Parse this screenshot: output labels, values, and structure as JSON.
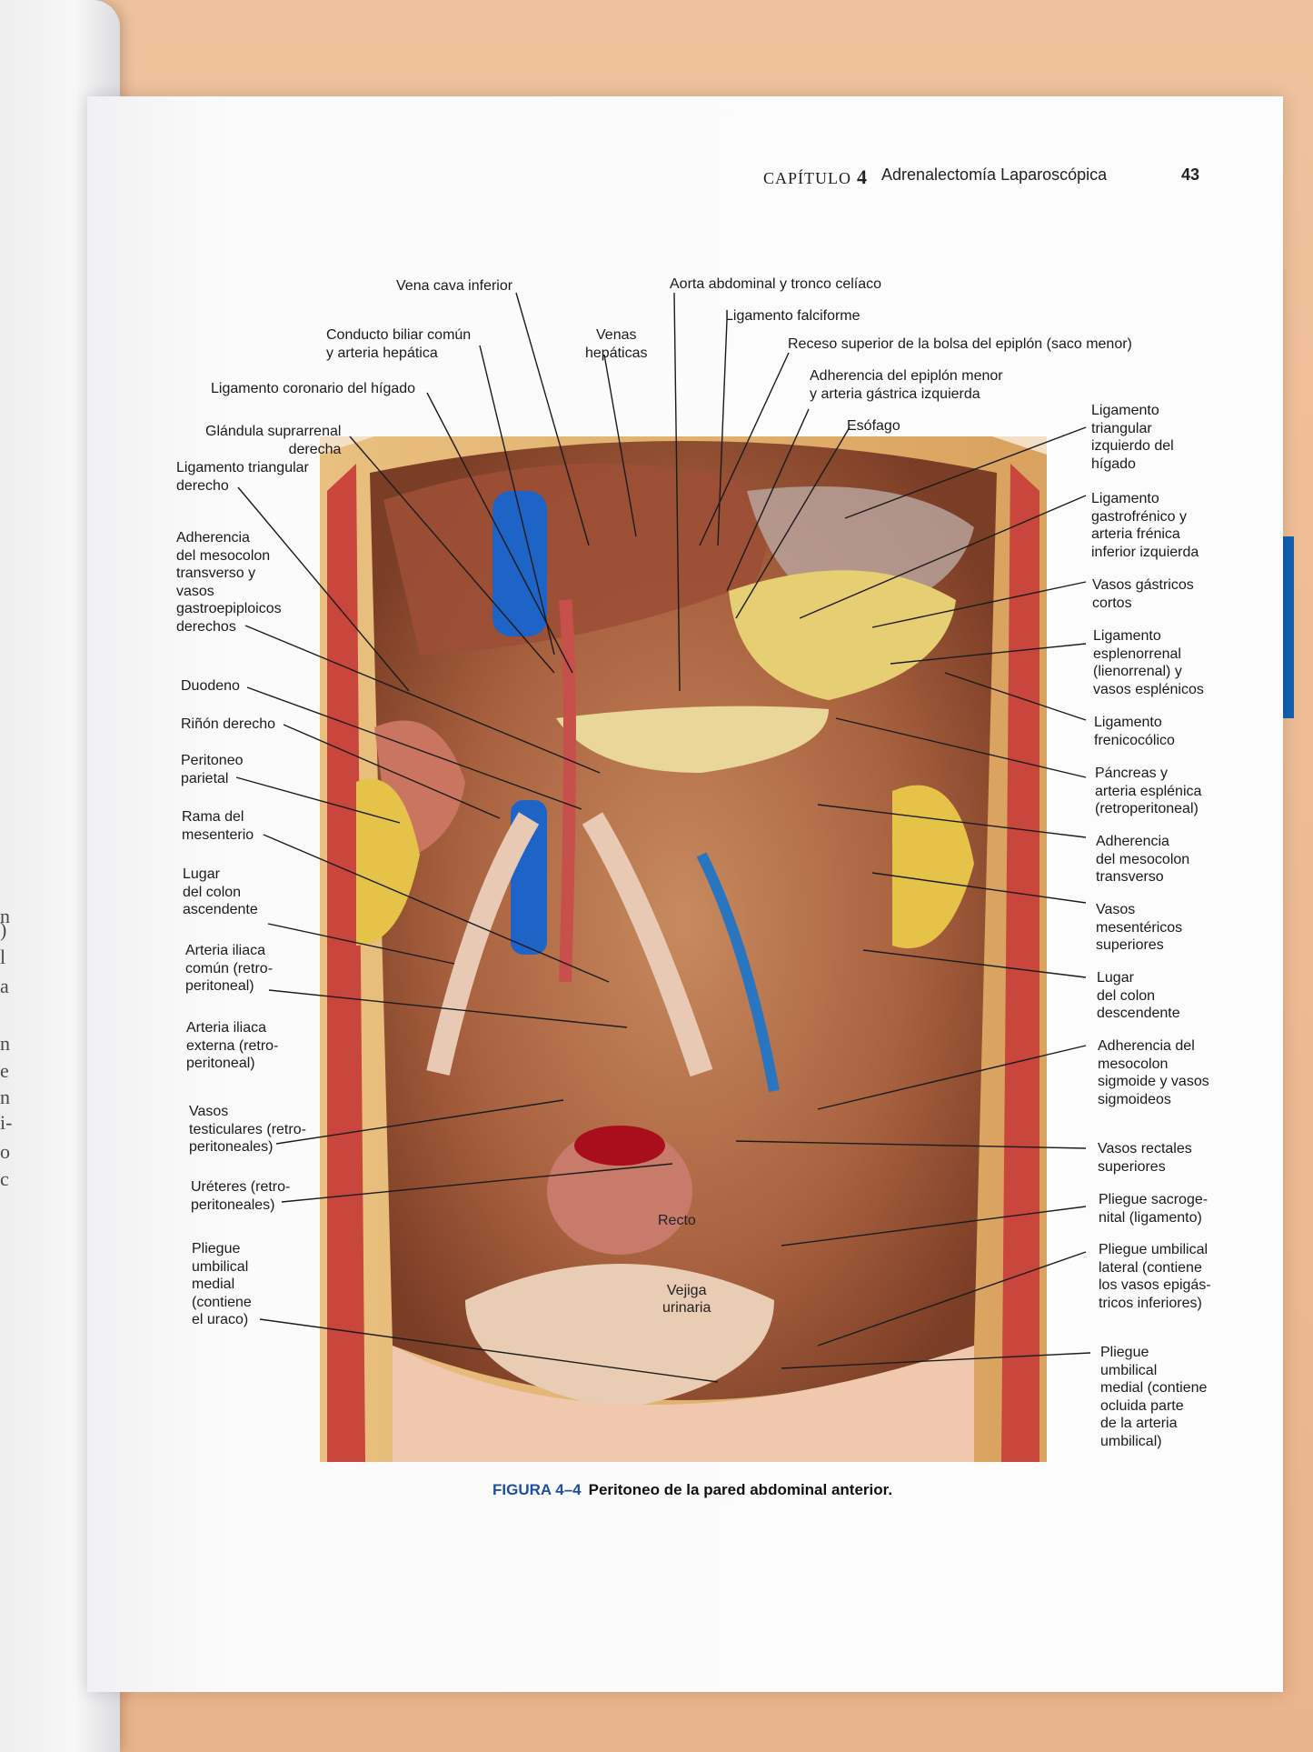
{
  "header": {
    "chapter_word": "CAPÍTULO",
    "chapter_number": "4",
    "chapter_title": "Adrenalectomía Laparoscópica",
    "page_number": "43"
  },
  "left_page_fragments": [
    "n",
    ")",
    "l",
    "a",
    "n",
    "e",
    "n",
    "i-",
    "o",
    "c"
  ],
  "labels": {
    "vena_cava": "Vena cava inferior",
    "aorta": "Aorta abdominal y tronco celíaco",
    "lig_falciforme": "Ligamento falciforme",
    "conducto_biliar": "Conducto biliar común\ny arteria hepática",
    "venas_hepaticas": "Venas\nhepáticas",
    "receso": "Receso superior de la bolsa del epiplón (saco menor)",
    "adherencia_epiplon": "Adherencia del epiplón menor\ny arteria gástrica izquierda",
    "lig_coronario": "Ligamento coronario del hígado",
    "esofago": "Esófago",
    "glandula": "Glándula suprarrenal\nderecha",
    "lig_tri_izq": "Ligamento\ntriangular\nizquierdo del\nhígado",
    "lig_tri_der": "Ligamento triangular\nderecho",
    "lig_gastrofrenico": "Ligamento\ngastrofrénico y\narteria frénica\ninferior izquierda",
    "adh_mesocolon_der": "Adherencia\ndel mesocolon\ntransverso y\nvasos\ngastroepiploicos\nderechos",
    "vasos_gastricos": "Vasos gástricos\ncortos",
    "lig_esplenorrenal": "Ligamento\nesplenorrenal\n(lienorrenal) y\nvasos esplénicos",
    "duodeno": "Duodeno",
    "lig_frenicocolico": "Ligamento\nfrenicocólico",
    "rinon": "Riñón derecho",
    "pancreas": "Páncreas y\narteria esplénica\n(retroperitoneal)",
    "peritoneo": "Peritoneo\nparietal",
    "rama_mesenterio": "Rama del\nmesenterio",
    "adh_mesocolon_transverso": "Adherencia\ndel mesocolon\ntransverso",
    "lugar_colon_asc": "Lugar\ndel colon\nascendente",
    "vasos_mesentericos": "Vasos\nmesentéricos\nsuperiores",
    "art_iliaca_comun": "Arteria iliaca\ncomún (retro-\nperitoneal)",
    "lugar_colon_desc": "Lugar\ndel colon\ndescendente",
    "art_iliaca_ext": "Arteria iliaca\nexterna (retro-\nperitoneal)",
    "adh_sigmoide": "Adherencia del\nmesocolon\nsigmoide y vasos\nsigmoideos",
    "vasos_testiculares": "Vasos\ntesticulares (retro-\nperitoneales)",
    "vasos_rectales": "Vasos rectales\nsuperiores",
    "ureteres": "Uréteres (retro-\nperitoneales)",
    "pliegue_sacro": "Pliegue sacroge-\nnital (ligamento)",
    "pliegue_medial_uraco": "Pliegue\numbilical\nmedial\n(contiene\nel uraco)",
    "pliegue_lateral": "Pliegue umbilical\nlateral (contiene\nlos vasos epigás-\ntricos inferiores)",
    "pliegue_medial_arteria": "Pliegue\numbilical\nmedial (contiene\nocluida parte\nde la arteria\numbilical)",
    "recto": "Recto",
    "vejiga": "Vejiga\nurinaria"
  },
  "caption": {
    "number": "FIGURA 4–4",
    "text": "Peritoneo de la pared abdominal anterior."
  }
}
